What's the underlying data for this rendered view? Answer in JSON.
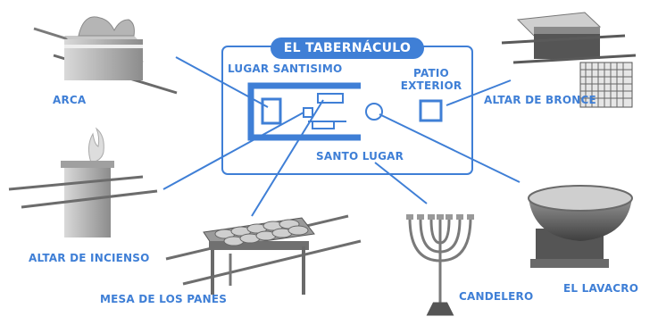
{
  "title": "EL TABERNÁCULO",
  "colors": {
    "accent": "#3f7fd6"
  },
  "labels": {
    "lugar_santisimo": "LUGAR SANTISIMO",
    "patio_exterior_line1": "PATIO",
    "patio_exterior_line2": "EXTERIOR",
    "santo_lugar": "SANTO LUGAR",
    "arca": "ARCA",
    "altar_de_bronce": "ALTAR DE BRONCE",
    "altar_de_incienso": "ALTAR DE INCIENSO",
    "mesa_de_los_panes": "MESA DE LOS PANES",
    "candelero": "CANDELERO",
    "el_lavacro": "EL LAVACRO"
  }
}
